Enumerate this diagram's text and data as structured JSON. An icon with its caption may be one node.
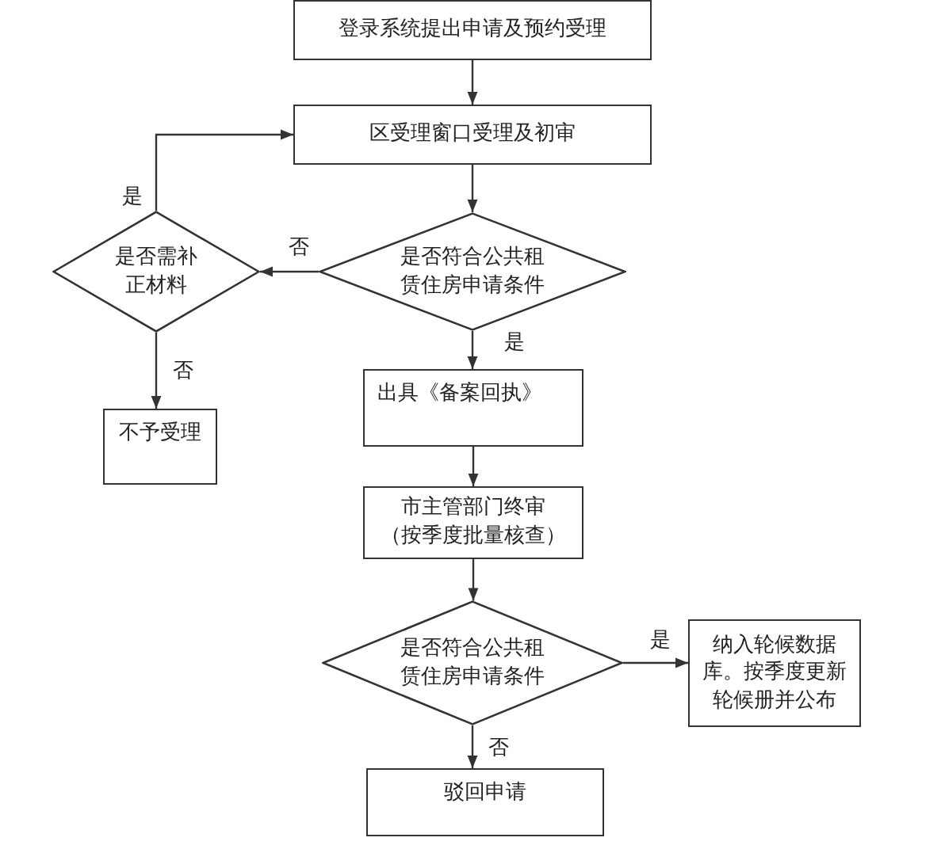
{
  "diagram": {
    "nodes": [
      {
        "text": [
          "登录系统提出申请及预约受理"
        ]
      },
      {
        "text": [
          "区受理窗口受理及初审"
        ]
      },
      {
        "text": [
          "是否符合公共租赁住房申请条件"
        ]
      },
      {
        "text": [
          "是否需补正材料"
        ]
      },
      {
        "text": [
          "不予受理"
        ]
      },
      {
        "text": [
          "出具《备案回执》"
        ]
      },
      {
        "text": [
          "市主管部门终审",
          "（按季度批量核查）"
        ]
      },
      {
        "text": [
          "是否符合公共租赁住房申请条件"
        ]
      },
      {
        "text": [
          "纳入轮候数据库。按季度更新轮候册并公布"
        ]
      },
      {
        "text": [
          "驳回申请"
        ]
      }
    ],
    "edges": [
      {
        "from": 0,
        "to": 1,
        "arrow": "to"
      },
      {
        "from": 1,
        "to": 2,
        "arrow": "to"
      },
      {
        "from": 2,
        "to": 3,
        "arrow": "to",
        "label": "否"
      },
      {
        "from": 3,
        "to": 1,
        "arrow": "to",
        "label": "是"
      },
      {
        "from": 3,
        "to": 4,
        "arrow": "to",
        "label": "否"
      },
      {
        "from": 2,
        "to": 5,
        "arrow": "to",
        "label": "是"
      },
      {
        "from": 5,
        "to": 6,
        "arrow": "to"
      },
      {
        "from": 6,
        "to": 7,
        "arrow": "to"
      },
      {
        "from": 7,
        "to": 8,
        "arrow": "to",
        "label": "是"
      },
      {
        "from": 7,
        "to": 9,
        "arrow": "to",
        "label": "否"
      }
    ]
  }
}
